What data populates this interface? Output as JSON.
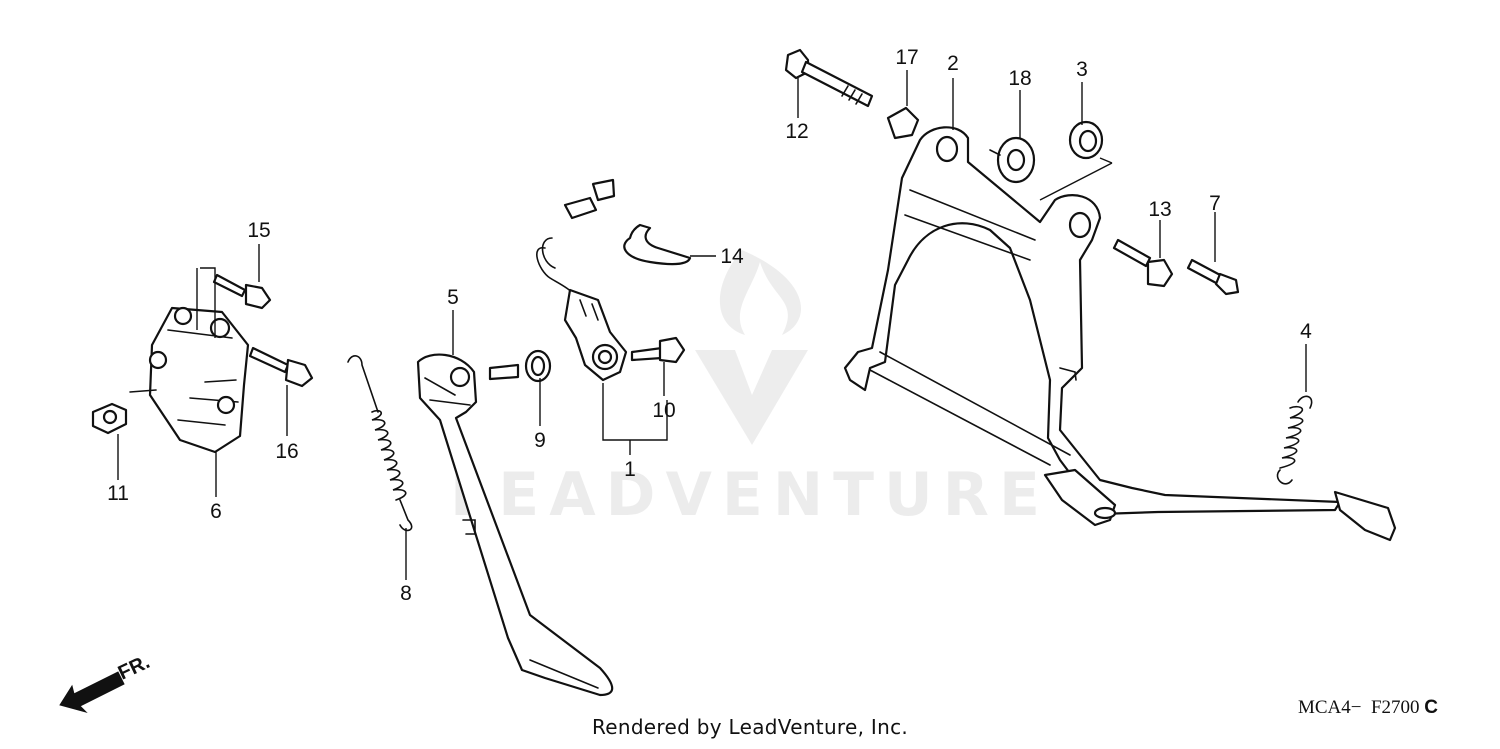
{
  "callouts": {
    "c1": "1",
    "c2": "2",
    "c3": "3",
    "c4": "4",
    "c5": "5",
    "c6": "6",
    "c7": "7",
    "c8": "8",
    "c9": "9",
    "c10": "10",
    "c11": "11",
    "c12": "12",
    "c13": "13",
    "c14": "14",
    "c15": "15",
    "c16": "16",
    "c17": "17",
    "c18": "18"
  },
  "direction_label": "FR.",
  "watermark": "LEADVENTURE",
  "footer": {
    "credit": "Rendered by LeadVenture, Inc.",
    "diagram_code": "MCA4−  F2700",
    "diagram_suffix": "C"
  }
}
